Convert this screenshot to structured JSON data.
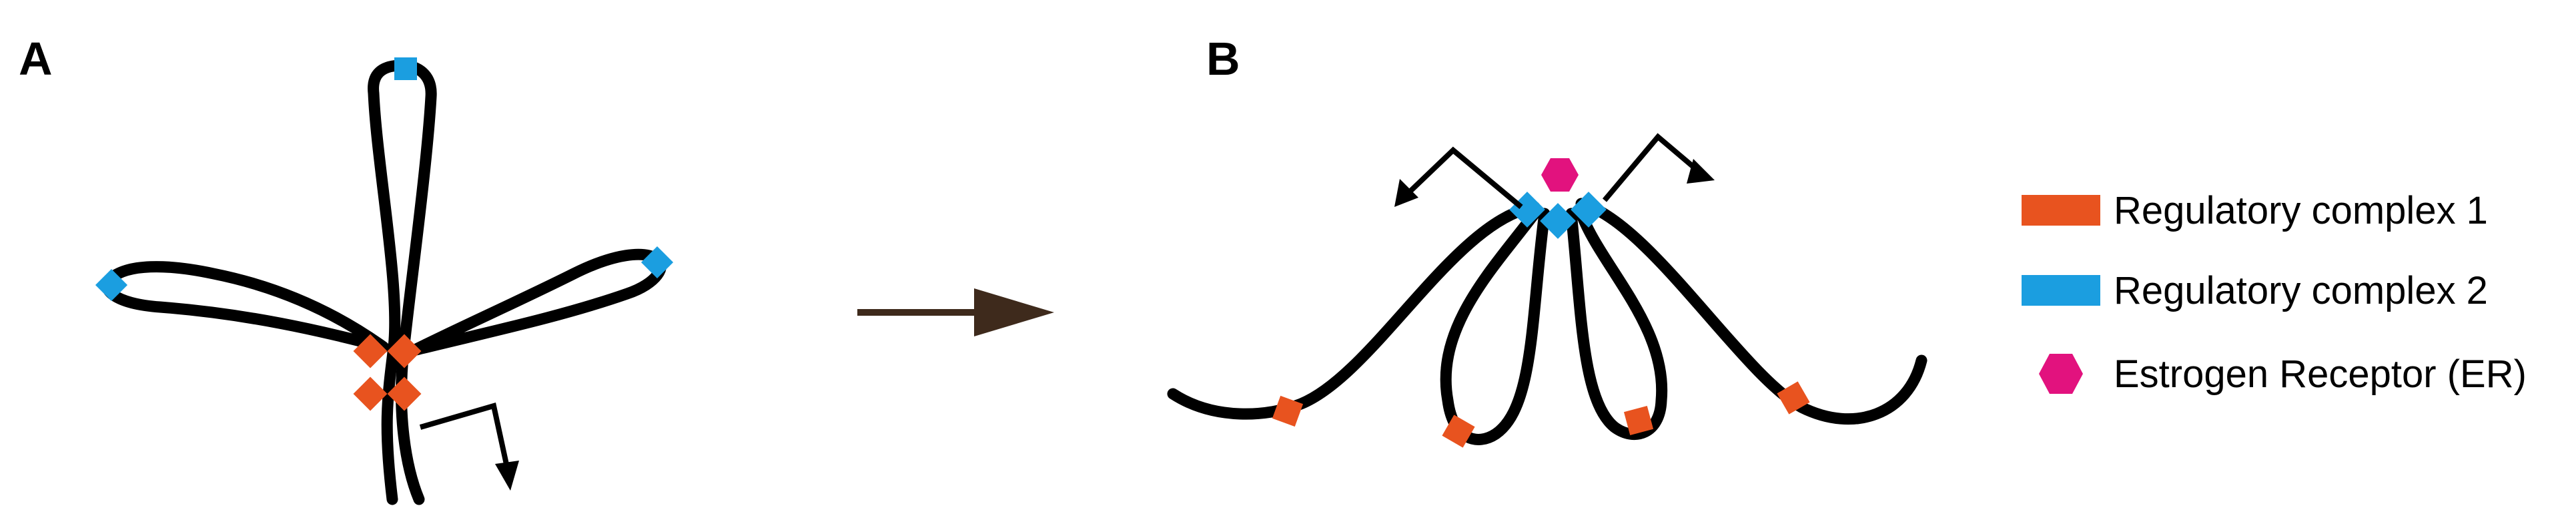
{
  "panels": {
    "a_label": "A",
    "b_label": "B"
  },
  "legend": {
    "items": [
      {
        "label": "Regulatory complex 1",
        "color": "#e8531f",
        "shape": "rectangle"
      },
      {
        "label": "Regulatory complex 2",
        "color": "#1b9ee0",
        "shape": "rectangle"
      },
      {
        "label": "Estrogen Receptor (ER)",
        "color": "#e2127e",
        "shape": "hexagon"
      }
    ]
  },
  "colors": {
    "strand": "#000000",
    "transition_arrow": "#3e2a1c"
  }
}
